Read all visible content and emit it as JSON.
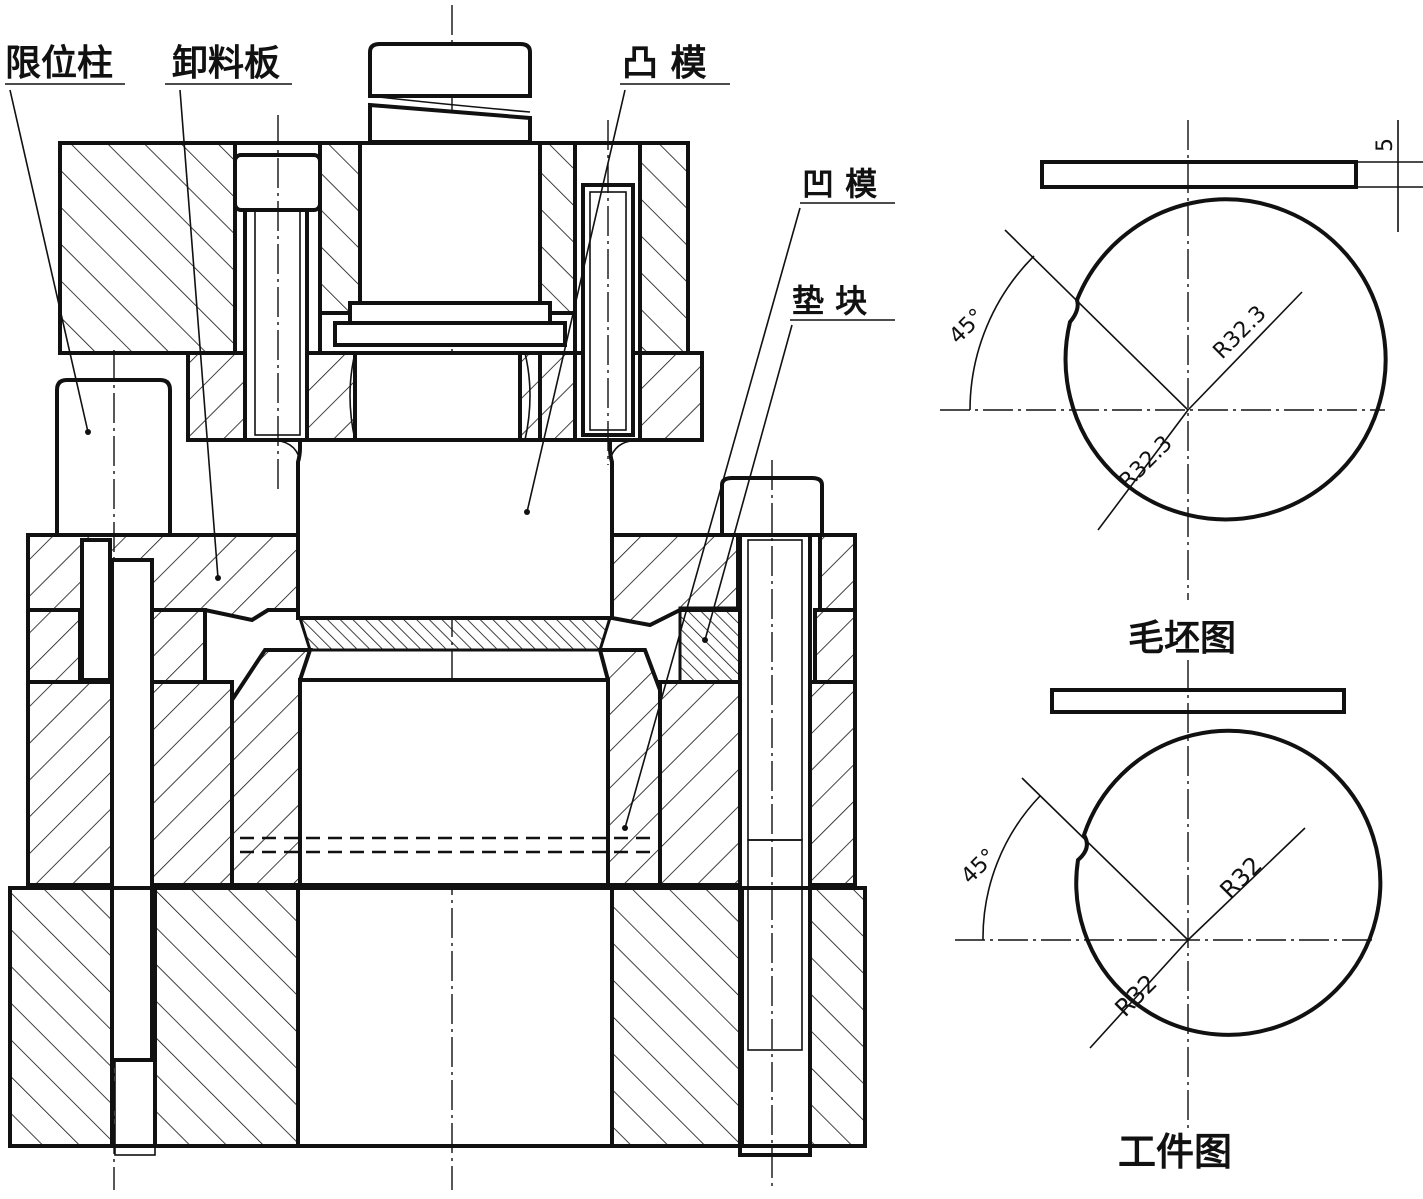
{
  "labels": {
    "limit_post": "限位柱",
    "stripper_plate": "卸料板",
    "punch": "凸 模",
    "die": "凹 模",
    "spacer_block": "垫 块",
    "blank_drawing": "毛坯图",
    "workpiece_drawing": "工件图"
  },
  "dimensions": {
    "blank_thickness": "5",
    "blank_angle": "45°",
    "blank_radius_upper": "R32.3",
    "blank_radius_lower": "R32.3",
    "workpiece_angle": "45°",
    "workpiece_radius_upper": "R32",
    "workpiece_radius_lower": "R32"
  },
  "colors": {
    "line": "#111111",
    "background": "#ffffff"
  }
}
